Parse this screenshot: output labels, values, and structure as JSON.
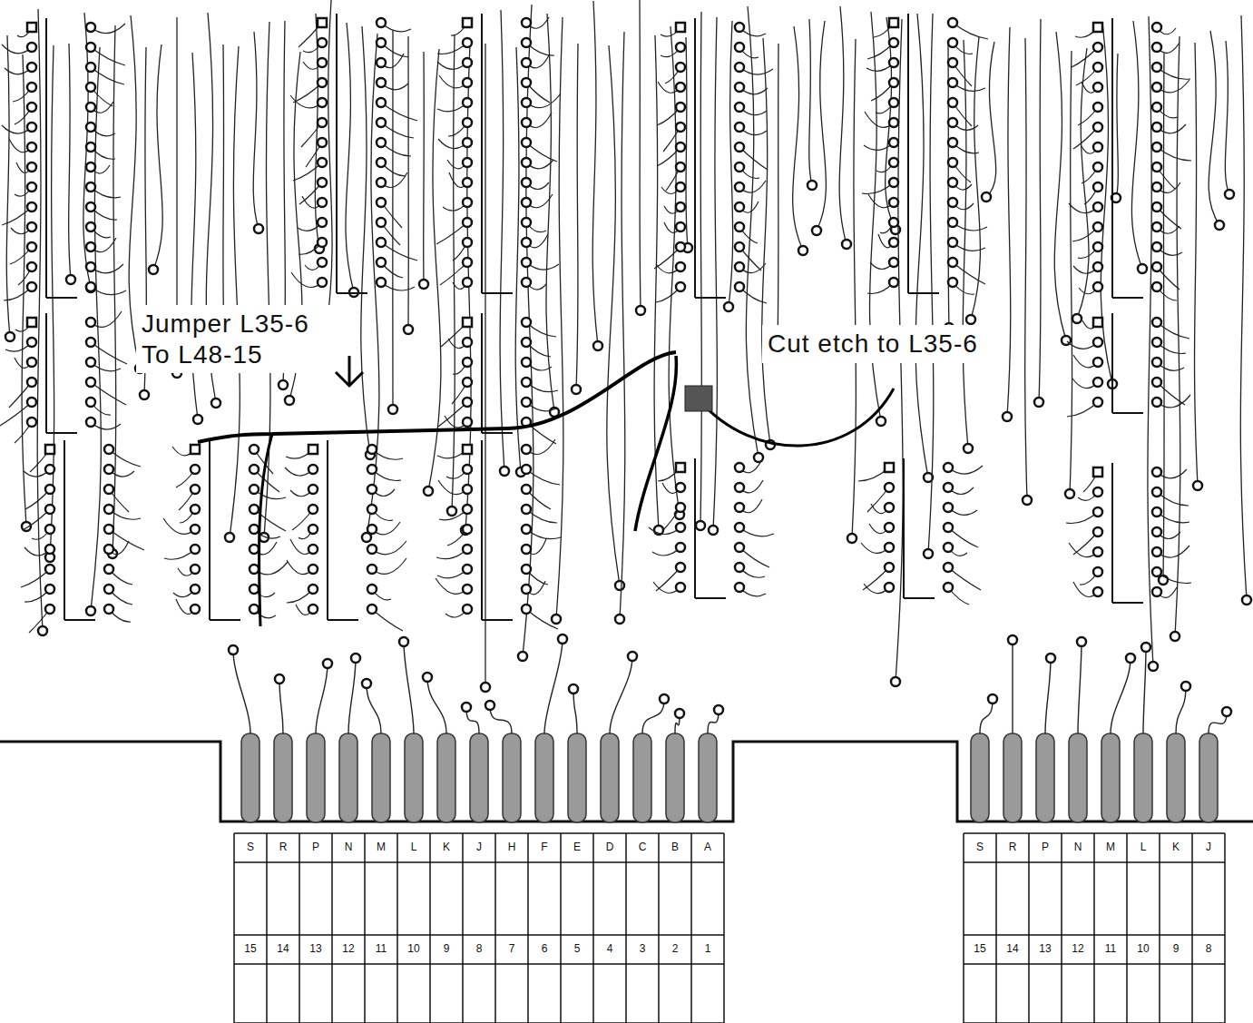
{
  "diagram": {
    "labels": [
      "Jumper L35-6 To L48-15",
      "Cut etch to L35-6",
      "S",
      "R",
      "P",
      "N",
      "M",
      "L",
      "K",
      "J",
      "H",
      "F",
      "E",
      "D",
      "C",
      "B",
      "A",
      "15",
      "14",
      "13",
      "12",
      "11",
      "10",
      "9",
      "8",
      "7",
      "6",
      "5",
      "4",
      "3",
      "2",
      "1",
      "S",
      "R",
      "P",
      "N",
      "M",
      "L",
      "K",
      "J",
      "15",
      "14",
      "13",
      "12",
      "11",
      "10",
      "9",
      "8"
    ]
  }
}
